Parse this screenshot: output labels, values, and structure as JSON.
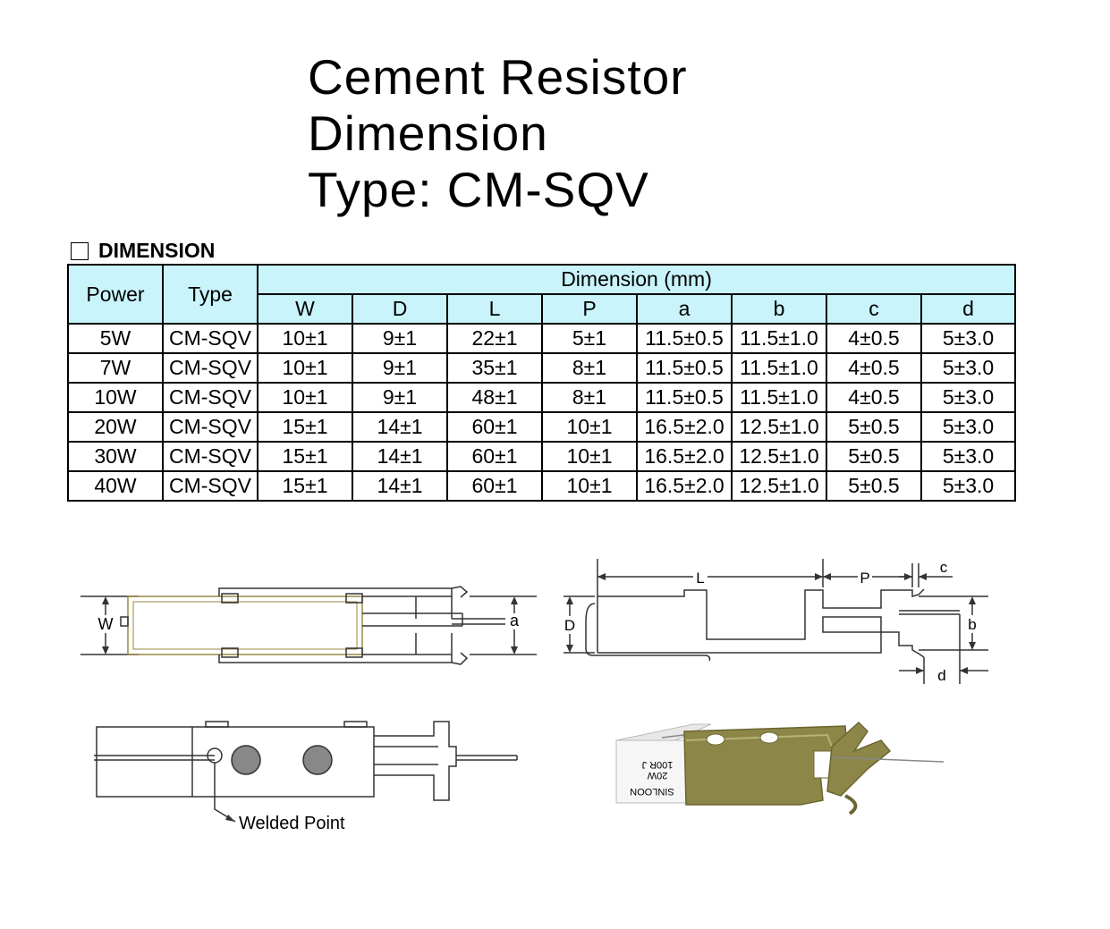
{
  "title": {
    "line1": "Cement Resistor",
    "line2": "Dimension",
    "line3": "Type: CM-SQV"
  },
  "section": {
    "label": "DIMENSION"
  },
  "table": {
    "power_header": "Power",
    "type_header": "Type",
    "group_header": "Dimension (mm)",
    "dim_headers": [
      "W",
      "D",
      "L",
      "P",
      "a",
      "b",
      "c",
      "d"
    ],
    "rows": [
      {
        "power": "5W",
        "type": "CM-SQV",
        "values": [
          "10±1",
          "9±1",
          "22±1",
          "5±1",
          "11.5±0.5",
          "11.5±1.0",
          "4±0.5",
          "5±3.0"
        ]
      },
      {
        "power": "7W",
        "type": "CM-SQV",
        "values": [
          "10±1",
          "9±1",
          "35±1",
          "8±1",
          "11.5±0.5",
          "11.5±1.0",
          "4±0.5",
          "5±3.0"
        ]
      },
      {
        "power": "10W",
        "type": "CM-SQV",
        "values": [
          "10±1",
          "9±1",
          "48±1",
          "8±1",
          "11.5±0.5",
          "11.5±1.0",
          "4±0.5",
          "5±3.0"
        ]
      },
      {
        "power": "20W",
        "type": "CM-SQV",
        "values": [
          "15±1",
          "14±1",
          "60±1",
          "10±1",
          "16.5±2.0",
          "12.5±1.0",
          "5±0.5",
          "5±3.0"
        ]
      },
      {
        "power": "30W",
        "type": "CM-SQV",
        "values": [
          "15±1",
          "14±1",
          "60±1",
          "10±1",
          "16.5±2.0",
          "12.5±1.0",
          "5±0.5",
          "5±3.0"
        ]
      },
      {
        "power": "40W",
        "type": "CM-SQV",
        "values": [
          "15±1",
          "14±1",
          "60±1",
          "10±1",
          "16.5±2.0",
          "12.5±1.0",
          "5±0.5",
          "5±3.0"
        ]
      }
    ]
  },
  "drawings": {
    "top_left_label": "W",
    "top_left_dim": "a",
    "top_right_labels": {
      "L": "L",
      "P": "P",
      "c": "c",
      "D": "D",
      "b": "b",
      "d": "d"
    },
    "welded_point": "Welded Point",
    "product_marking": [
      "SINLOON",
      "20W",
      "100R J"
    ]
  }
}
